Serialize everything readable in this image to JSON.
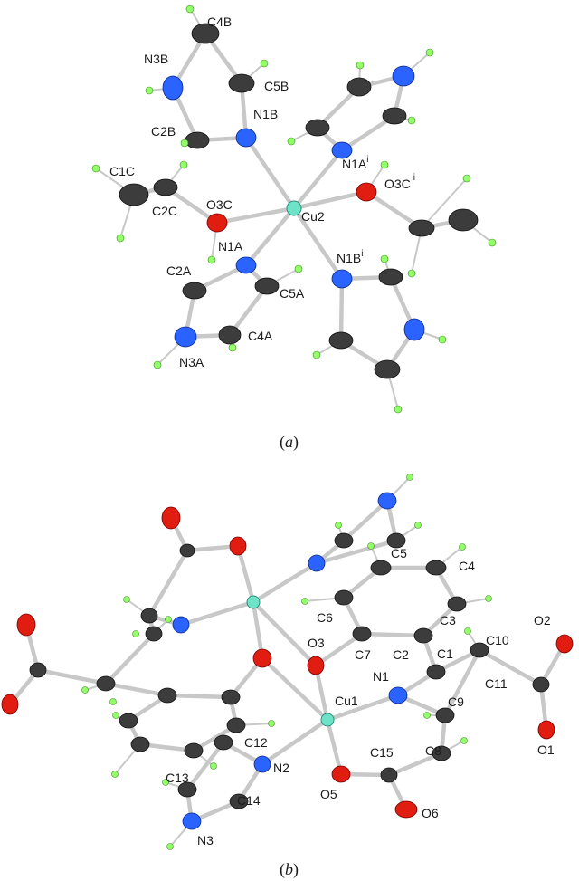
{
  "panel_a": {
    "caption_letter": "a",
    "labels": {
      "C4B": "C4B",
      "N3B": "N3B",
      "C5B": "C5B",
      "N1B": "N1B",
      "C2B": "C2B",
      "C1C": "C1C",
      "C2C": "C2C",
      "O3C": "O3C",
      "Cu2": "Cu2",
      "N1A": "N1A",
      "N1Ai": "N1A",
      "O3Ci": "O3C",
      "N1Bi": "N1B",
      "C2A": "C2A",
      "C5A": "C5A",
      "C4A": "C4A",
      "N3A": "N3A"
    },
    "symmetry_mark": "i"
  },
  "panel_b": {
    "caption_letter": "b",
    "labels": {
      "C5": "C5",
      "C4": "C4",
      "C6": "C6",
      "C3": "C3",
      "O2": "O2",
      "C10": "C10",
      "O3": "O3",
      "C7": "C7",
      "C2": "C2",
      "C1": "C1",
      "C11": "C11",
      "N1": "N1",
      "C9": "C9",
      "Cu1": "Cu1",
      "O1": "O1",
      "C12": "C12",
      "C8": "C8",
      "N2": "N2",
      "C15": "C15",
      "C13": "C13",
      "C14": "C14",
      "O5": "O5",
      "O6": "O6",
      "N3": "N3"
    }
  },
  "colors": {
    "copper": "#6fe3c8",
    "carbon": "#3c3c3c",
    "nitrogen": "#2a63ff",
    "oxygen": "#e01d10",
    "hydrogen": "#93ff6a",
    "bond": "#c8c8c8"
  }
}
